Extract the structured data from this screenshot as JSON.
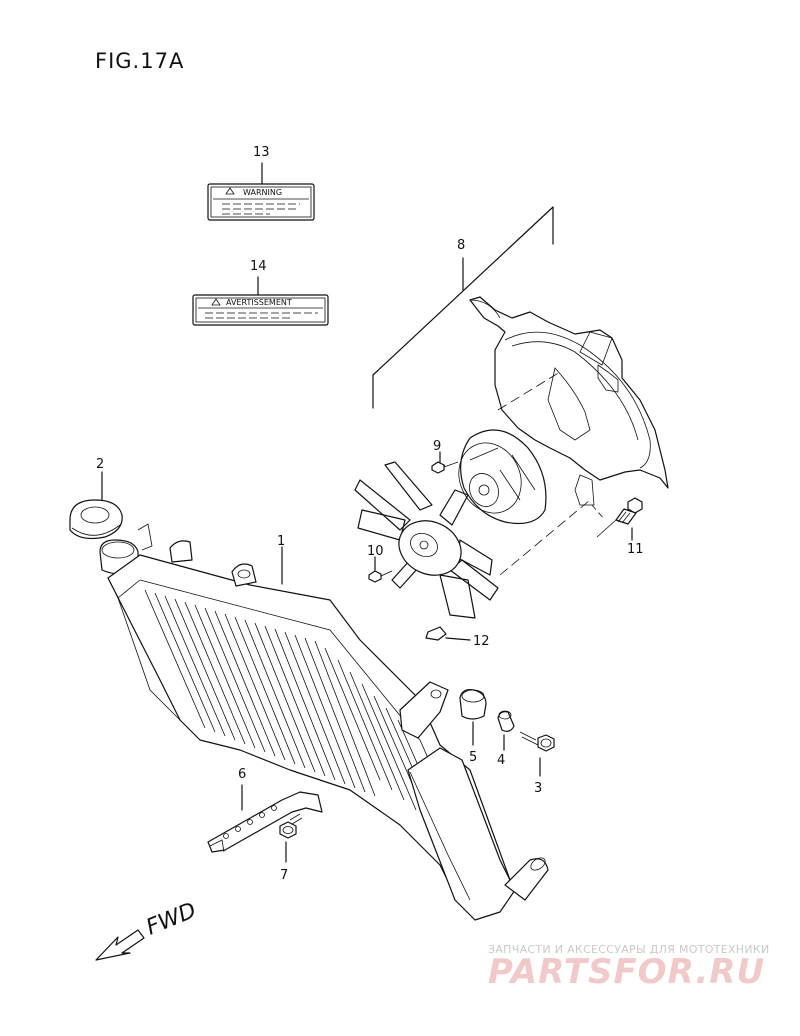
{
  "figure": {
    "title": "FIG.17A"
  },
  "labels": {
    "warning": "WARNING",
    "avertissement": "AVERTISSEMENT"
  },
  "direction": {
    "text": "FWD"
  },
  "callouts": [
    "1",
    "2",
    "3",
    "4",
    "5",
    "6",
    "7",
    "8",
    "9",
    "10",
    "11",
    "12",
    "13",
    "14"
  ],
  "watermark": {
    "tagline": "ЗАПЧАСТИ И АКСЕССУАРЫ ДЛЯ МОТОТЕХНИКИ",
    "brand": "PARTSFOR.RU"
  }
}
